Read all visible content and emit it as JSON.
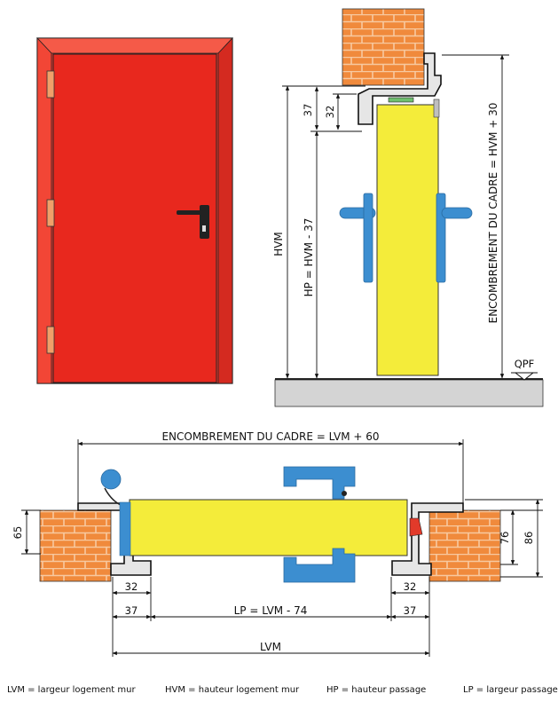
{
  "diagram": {
    "front_view": {
      "door_color": "#e8281e",
      "frame_color": "#f03a2e"
    },
    "elevation_view": {
      "labels": {
        "hvm": "HVM",
        "hp": "HP = HVM - 37",
        "encombrement_vertical": "ENCOMBREMENT DU CADRE = HVM + 30",
        "qpf": "QPF",
        "dim_37": "37",
        "dim_32": "32"
      }
    },
    "plan_view": {
      "labels": {
        "encombrement_horizontal": "ENCOMBREMENT DU CADRE = LVM + 60",
        "dim_65": "65",
        "dim_76": "76",
        "dim_86": "86",
        "dim_32_left": "32",
        "dim_32_right": "32",
        "dim_37_left": "37",
        "dim_37_right": "37",
        "lp": "LP = LVM - 74",
        "lvm": "LVM"
      }
    },
    "legend": {
      "lvm": "LVM = largeur logement mur",
      "hvm": "HVM = hauteur logement mur",
      "hp": "HP = hauteur passage",
      "lp": "LP = largeur passage"
    },
    "colors": {
      "door_leaf": "#f4ec3a",
      "handle": "#3c8ed0",
      "brick": "#f08a3c",
      "floor": "#d4d4d4",
      "seal_green": "#6fc06f",
      "seal_red": "#e23a2a"
    }
  }
}
